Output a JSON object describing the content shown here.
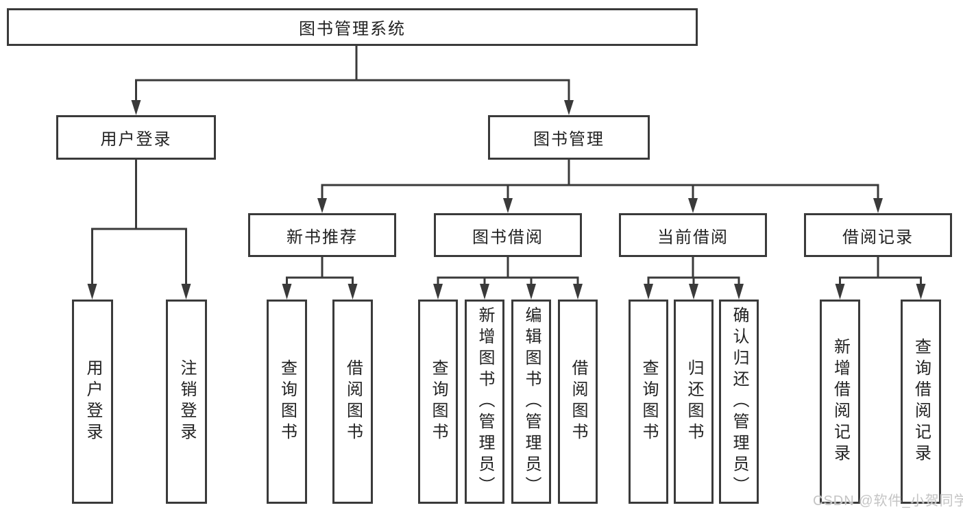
{
  "diagram": {
    "title": "图书管理系统",
    "root": {
      "label": "图书管理系统"
    },
    "level2": [
      {
        "label": "用户登录",
        "children": [
          {
            "label": "用户登录"
          },
          {
            "label": "注销登录"
          }
        ]
      },
      {
        "label": "图书管理",
        "children": [
          {
            "label": "新书推荐",
            "children": [
              {
                "label": "查询图书"
              },
              {
                "label": "借阅图书"
              }
            ]
          },
          {
            "label": "图书借阅",
            "children": [
              {
                "label": "查询图书"
              },
              {
                "label": "新增图书（管理员）"
              },
              {
                "label": "编辑图书（管理员）"
              },
              {
                "label": "借阅图书"
              }
            ]
          },
          {
            "label": "当前借阅",
            "children": [
              {
                "label": "查询图书"
              },
              {
                "label": "归还图书"
              },
              {
                "label": "确认归还（管理员）"
              }
            ]
          },
          {
            "label": "借阅记录",
            "children": [
              {
                "label": "新增借阅记录"
              },
              {
                "label": "查询借阅记录"
              }
            ]
          }
        ]
      }
    ]
  },
  "watermark": {
    "text": "CSDN @软件_小贺同学"
  },
  "colors": {
    "line": "#3a3a3a",
    "text": "#222222",
    "background": "#ffffff",
    "watermark": "#c4c4c4"
  }
}
